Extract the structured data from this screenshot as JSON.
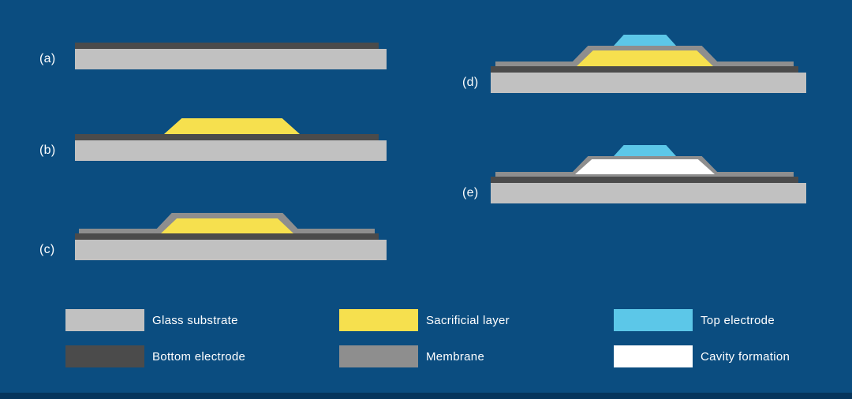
{
  "colors": {
    "background": "#0b4d80",
    "footer": "#06355c",
    "glass": "#c1c1c1",
    "electrode": "#4b4b4b",
    "sacrificial": "#f6e04e",
    "membrane": "#8e8e8e",
    "top_electrode": "#5cc7e8",
    "cavity": "#ffffff",
    "text": "#ffffff"
  },
  "panels": [
    {
      "label": "(a)"
    },
    {
      "label": "(b)"
    },
    {
      "label": "(c)"
    },
    {
      "label": "(d)"
    },
    {
      "label": "(e)"
    }
  ],
  "legend": [
    {
      "label": "Glass substrate"
    },
    {
      "label": "Bottom electrode"
    },
    {
      "label": "Sacrificial layer"
    },
    {
      "label": "Membrane"
    },
    {
      "label": "Top electrode"
    },
    {
      "label": "Cavity formation"
    }
  ]
}
